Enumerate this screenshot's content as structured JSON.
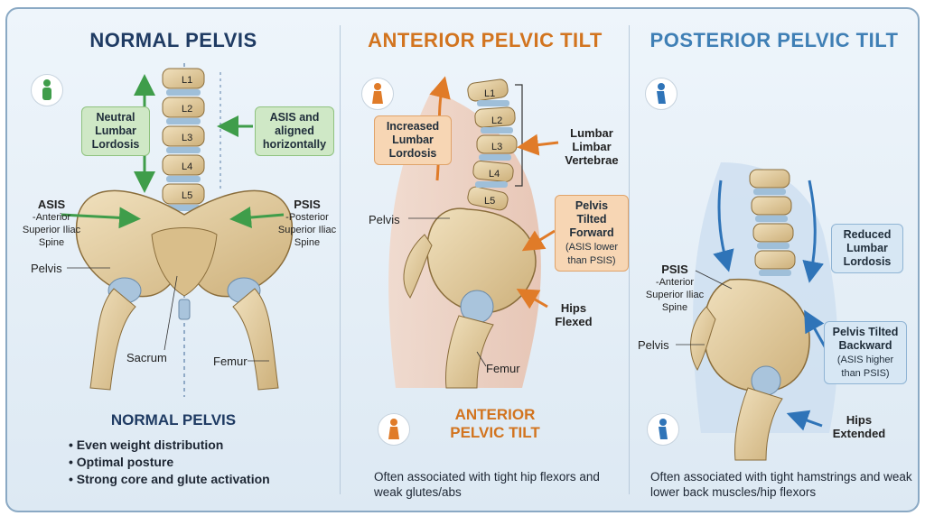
{
  "normal": {
    "title": "NORMAL PELVIS",
    "vertebrae": [
      "L1",
      "L2",
      "L3",
      "L4",
      "L5"
    ],
    "box_lordosis": "Neutral Lumbar Lordosis",
    "box_asis_aligned": "ASIS and aligned horizontally",
    "asis_label": "ASIS",
    "asis_sub": "-Anterior Superior Iliac Spine",
    "psis_label": "PSIS",
    "psis_sub": "-Posterior Superior Iliac Spine",
    "pelvis_label": "Pelvis",
    "sacrum_label": "Sacrum",
    "femur_label": "Femur",
    "heading": "NORMAL PELVIS",
    "bullets": [
      "Even weight distribution",
      "Optimal posture",
      "Strong core and glute activation"
    ]
  },
  "anterior": {
    "title": "ANTERIOR PELVIC TILT",
    "vertebrae": [
      "L1",
      "L2",
      "L3",
      "L4",
      "L5"
    ],
    "box_lordosis": "Increased Lumbar Lordosis",
    "lumbar_label": "Lumbar Limbar Vertebrae",
    "pelvis_label": "Pelvis",
    "box_tilt": "Pelvis Tilted Forward",
    "box_tilt_sub": "(ASIS lower than PSIS)",
    "hips_label": "Hips Flexed",
    "femur_label": "Femur",
    "heading_line1": "ANTERIOR",
    "heading_line2": "PELVIC TILT",
    "description": "Often associated with tight hip flexors and weak glutes/abs"
  },
  "posterior": {
    "title": "POSTERIOR PELVIC TILT",
    "box_lordosis": "Reduced Lumbar Lordosis",
    "psis_label": "PSIS",
    "psis_sub": "-Anterior Superior Iliac Spine",
    "pelvis_label": "Pelvis",
    "box_tilt": "Pelvis Tilted Backward",
    "box_tilt_sub": "(ASIS higher than PSIS)",
    "hips_label": "Hips Extended",
    "description": "Often associated with tight hamstrings and weak lower back muscles/hip flexors"
  },
  "colors": {
    "navy": "#1f3b63",
    "orange": "#d2741f",
    "blue": "#3f7fb5",
    "bone": "#e3cda0",
    "green_arrow": "#3f9d4a"
  }
}
